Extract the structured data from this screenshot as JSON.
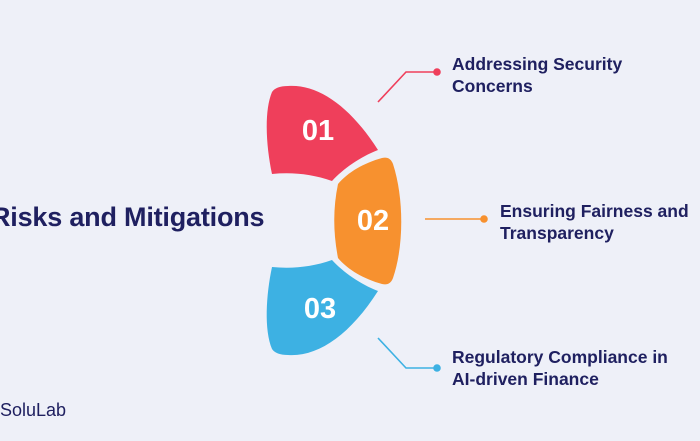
{
  "title": "Risks and Mitigations",
  "brand": "SoluLab",
  "steps": [
    {
      "number": "01",
      "line1": "Addressing Security",
      "line2": "Concerns",
      "color": "#ef3f5b"
    },
    {
      "number": "02",
      "line1": "Ensuring Fairness and",
      "line2": "Transparency",
      "color": "#f7912f"
    },
    {
      "number": "03",
      "line1": "Regulatory Compliance in",
      "line2": "AI-driven Finance",
      "color": "#3db1e3"
    }
  ],
  "colors": {
    "background": "#eef0f8",
    "text": "#1f2060",
    "step1": "#ef3f5b",
    "step2": "#f7912f",
    "step3": "#3db1e3"
  }
}
